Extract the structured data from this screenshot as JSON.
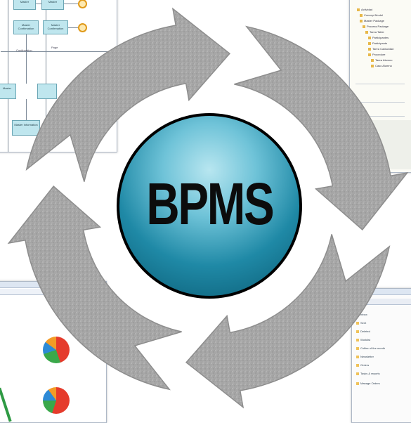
{
  "center": {
    "label": "BPMS"
  },
  "colors": {
    "badge_light": "#b8e6f0",
    "badge_dark": "#0a5a72",
    "arrow_fill": "#a8a8a8",
    "arrow_edge": "#8d8d8d"
  },
  "cycle": {
    "arrow_count": 4,
    "direction": "clockwise"
  },
  "background": {
    "workflow_boxes": [
      "Master",
      "Master",
      "Master Confirmation",
      "Master Confirmation",
      "Master",
      "Master Information"
    ],
    "workflow_labels": [
      "Confirmation",
      "Page"
    ],
    "tree_items": [
      "Actividad",
      "Concept Model",
      "Master Package",
      "Process Package",
      "Tarea Table",
      "Participantes",
      "Participante",
      "Tarea Caducidad",
      "Procedure",
      "Tarea Alumno",
      "Caso Alumno"
    ],
    "side_items": [
      "Inbox",
      "Sent",
      "Deleted",
      "Worklist",
      "Coffee of the month",
      "Newsletter",
      "Orders",
      "Tasks & reports",
      "Manage Orders"
    ]
  }
}
